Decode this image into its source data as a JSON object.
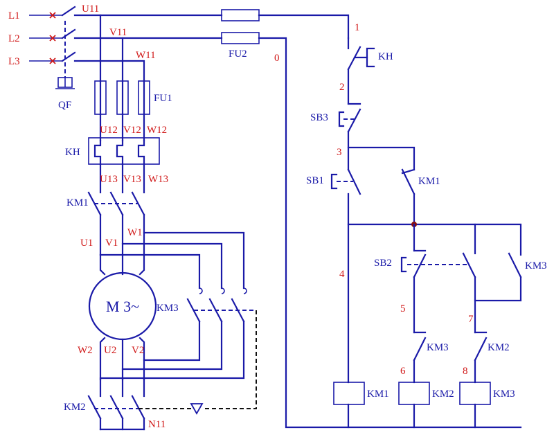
{
  "labels": {
    "L1": "L1",
    "L2": "L2",
    "L3": "L3",
    "QF": "QF",
    "FU1": "FU1",
    "FU2": "FU2",
    "KH_main": "KH",
    "KH_ctrl": "KH",
    "KM1_main": "KM1",
    "KM2_main": "KM2",
    "KM3_main": "KM3",
    "KM1_aux": "KM1",
    "KM3_aux": "KM3",
    "KM3_nc": "KM3",
    "KM2_nc": "KM2",
    "SB1": "SB1",
    "SB2": "SB2",
    "SB3": "SB3",
    "coil_KM1": "KM1",
    "coil_KM2": "KM2",
    "coil_KM3": "KM3",
    "motor": "M 3~"
  },
  "nodes": {
    "U11": "U11",
    "V11": "V11",
    "W11": "W11",
    "U12": "U12",
    "V12": "V12",
    "W12": "W12",
    "U13": "U13",
    "V13": "V13",
    "W13": "W13",
    "U1": "U1",
    "V1": "V1",
    "W1": "W1",
    "W2": "W2",
    "U2": "U2",
    "V2": "V2",
    "N11": "N11",
    "n0": "0",
    "n1": "1",
    "n2": "2",
    "n3": "3",
    "n4": "4",
    "n5": "5",
    "n6": "6",
    "n7": "7",
    "n8": "8"
  }
}
